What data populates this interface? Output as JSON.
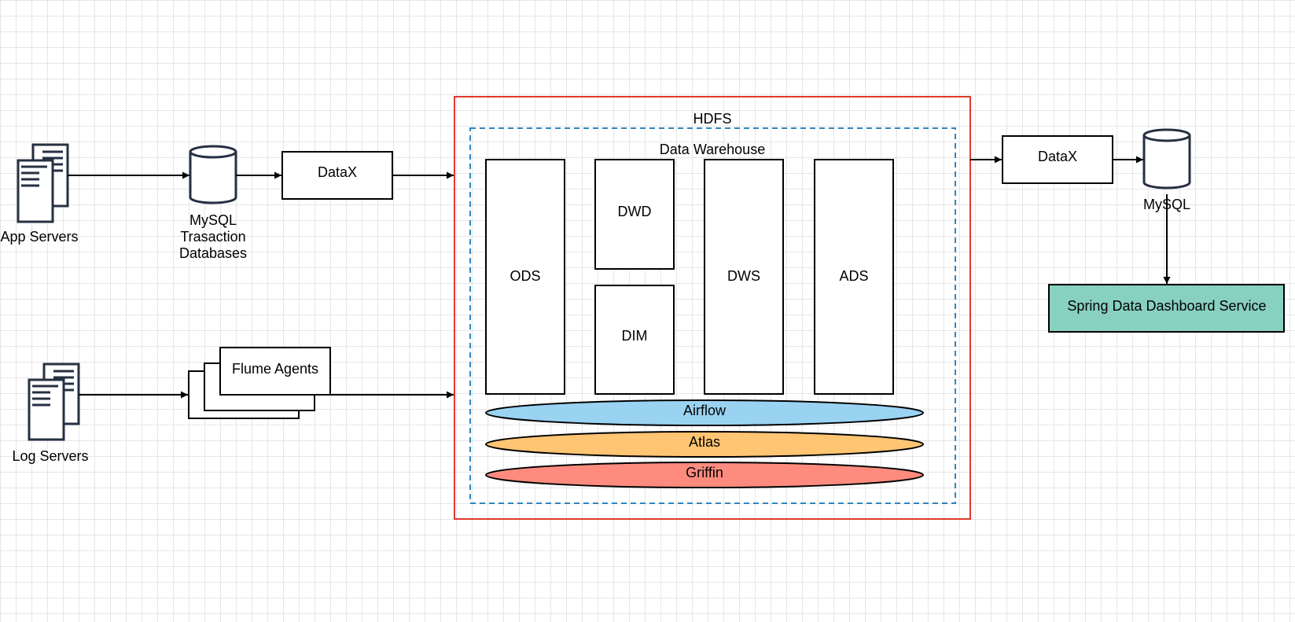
{
  "diagram": {
    "colors": {
      "hdfs_border": "#e0392b",
      "warehouse_border": "#2e86c1",
      "dashboard_fill": "#88d0c0",
      "airflow_fill": "#9ad2f2",
      "atlas_fill": "#ffc572",
      "griffin_fill": "#ff8b7e",
      "node_ink": "#263042"
    },
    "sources": {
      "app_servers": {
        "label": "App Servers",
        "icon": "document-stack-icon"
      },
      "log_servers": {
        "label": "Log Servers",
        "icon": "document-stack-icon"
      },
      "mysql_transaction": {
        "lines": [
          "MySQL",
          "Trasaction",
          "Databases"
        ],
        "icon": "database-icon"
      },
      "datax_in": {
        "label": "DataX"
      },
      "flume_agents": {
        "label": "Flume Agents"
      }
    },
    "hdfs": {
      "label": "HDFS",
      "warehouse": {
        "label": "Data Warehouse",
        "layers": {
          "ods": "ODS",
          "dwd": "DWD",
          "dim": "DIM",
          "dws": "DWS",
          "ads": "ADS"
        },
        "tools": {
          "airflow": "Airflow",
          "atlas": "Atlas",
          "griffin": "Griffin"
        }
      }
    },
    "output": {
      "datax_out": {
        "label": "DataX"
      },
      "mysql": {
        "label": "MySQL",
        "icon": "database-icon"
      },
      "dashboard": {
        "label": "Spring Data Dashboard Service"
      }
    }
  }
}
